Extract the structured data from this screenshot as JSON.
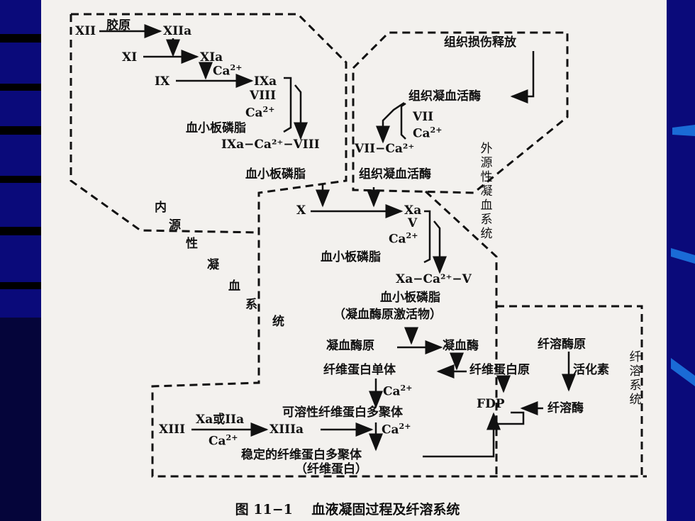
{
  "colors": {
    "background": "#0a0a7a",
    "paper": "#f3f1ee",
    "ink": "#111111",
    "stripe": "#000000",
    "accent": "#1a6bd6"
  },
  "intrinsic": {
    "xii": "XII",
    "collagen": "胶原",
    "xiia": "XIIa",
    "xi": "XI",
    "xia": "XIa",
    "ca1": "Ca",
    "ix": "IX",
    "ixa": "IXa",
    "viii": "VIII",
    "ca2": "Ca",
    "pl1": "血小板磷脂",
    "complex1": "IXa−Ca²⁺−VIII",
    "pl2": "血小板磷脂",
    "label": "内源性凝血系统"
  },
  "extrinsic": {
    "tissue_injury": "组织损伤释放",
    "tissue_factor": "组织凝血活酶",
    "vii": "VII",
    "ca": "Ca",
    "complex": "VII−Ca²⁺",
    "tissue_factor2": "组织凝血活酶",
    "label": "外源性凝血系统"
  },
  "common": {
    "x": "X",
    "xa": "Xa",
    "v": "V",
    "ca": "Ca",
    "pl": "血小板磷脂",
    "complex": "Xa−Ca²⁺−V",
    "pl2": "血小板磷脂",
    "activator": "（凝血酶原激活物）",
    "prothrombin": "凝血酶原",
    "thrombin": "凝血酶",
    "fibrin_monomer": "纤维蛋白单体",
    "fibrinogen": "纤维蛋白原",
    "ca3": "Ca",
    "soluble_polymer": "可溶性纤维蛋白多聚体",
    "xiii": "XIII",
    "xa_or_iia": "Xa或IIa",
    "ca4": "Ca",
    "xiiia": "XIIIa",
    "ca5": "Ca",
    "stable_polymer": "稳定的纤维蛋白多聚体",
    "fibrin": "（纤维蛋白）"
  },
  "fibrinolysis": {
    "plasminogen": "纤溶酶原",
    "activator": "活化素",
    "fdp": "FDP",
    "plasmin": "纤溶酶",
    "label": "纤溶系统"
  },
  "superscript": "2+",
  "caption": {
    "fig": "图 11−1",
    "title": "血液凝固过程及纤溶系统"
  }
}
